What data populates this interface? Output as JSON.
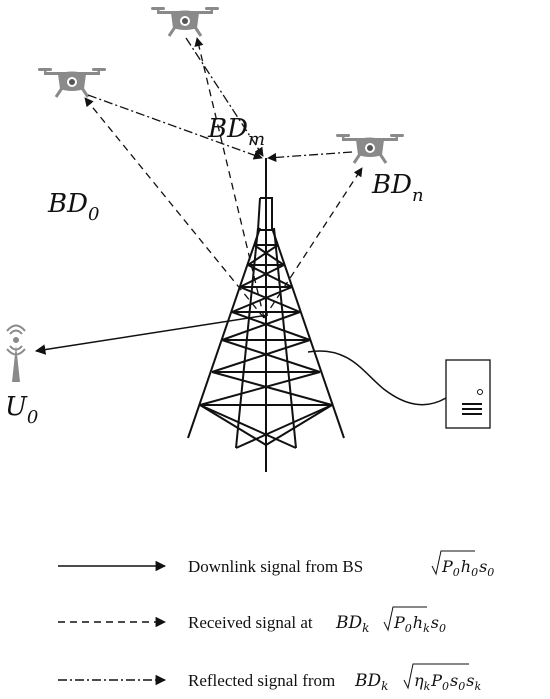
{
  "labels": {
    "bd_m": {
      "main": "BD",
      "sub": "m"
    },
    "bd_n": {
      "main": "BD",
      "sub": "n"
    },
    "bd_0": {
      "main": "BD",
      "sub": "0"
    },
    "u_0": {
      "main": "U",
      "sub": "0"
    }
  },
  "legend": [
    {
      "style": "solid",
      "text": "Downlink signal from BS",
      "formula_parts": [
        "P",
        "0",
        "h",
        "0",
        "s",
        "0"
      ]
    },
    {
      "style": "dashed",
      "text": "Received signal at",
      "bd": {
        "main": "BD",
        "sub": "k"
      },
      "formula_parts": [
        "P",
        "0",
        "h",
        "k",
        "s",
        "0"
      ]
    },
    {
      "style": "dash-dot",
      "text": "Reflected signal from",
      "bd": {
        "main": "BD",
        "sub": "k"
      },
      "formula_parts": [
        "η",
        "k",
        "P",
        "0",
        "s",
        "0",
        "s",
        "k"
      ]
    }
  ],
  "icons": {
    "drones": "drone-icon",
    "tower": "cell-tower-icon",
    "server": "server-icon",
    "antenna": "antenna-icon"
  },
  "colors": {
    "ink": "#111111",
    "drone": "#8a8a8a"
  }
}
